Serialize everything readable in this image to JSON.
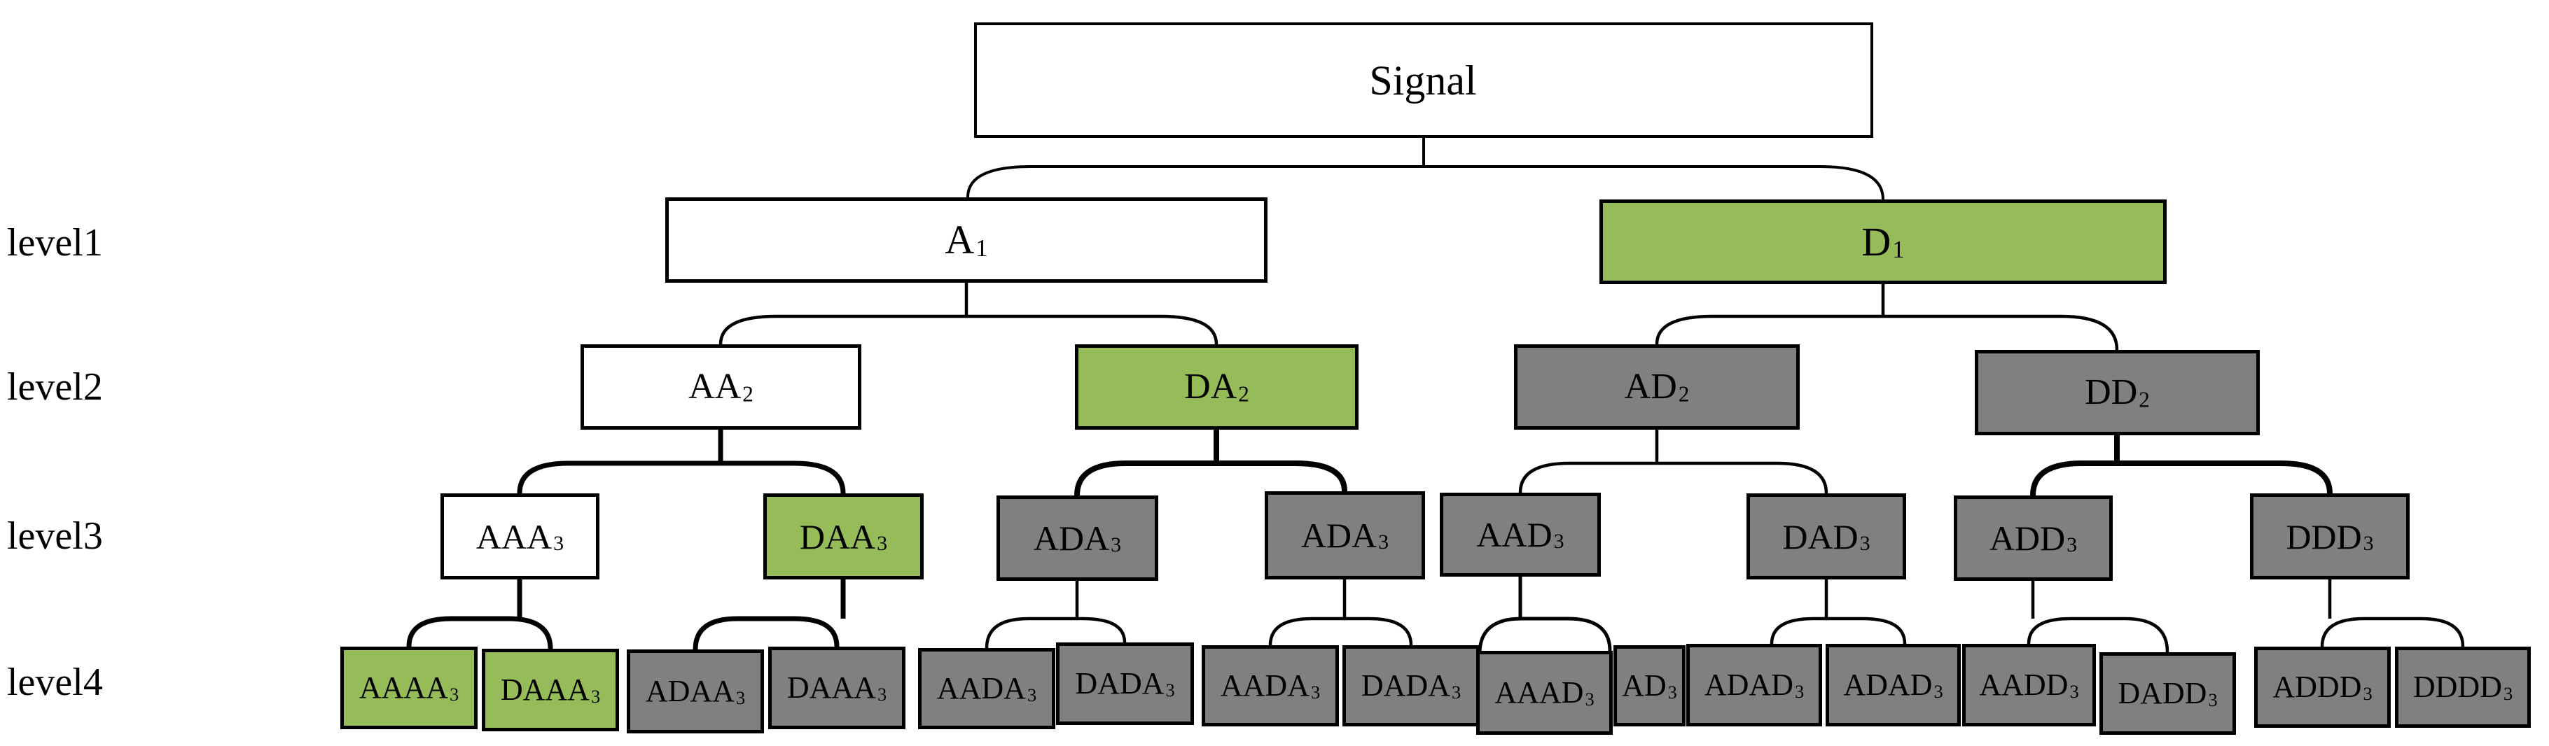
{
  "figure": {
    "title": "Signal",
    "row_labels": {
      "l1": "level1",
      "l2": "level2",
      "l3": "level3",
      "l4": "level4"
    },
    "colors": {
      "highlight_green": "#95BC58",
      "node_gray": "#808080",
      "node_white": "#FFFFFF",
      "line_black": "#000000"
    },
    "nodes": {
      "root": {
        "base": "Signal",
        "sub": "",
        "fill": "white"
      },
      "l1": [
        {
          "base": "A",
          "sub": "1",
          "fill": "white"
        },
        {
          "base": "D",
          "sub": "1",
          "fill": "green"
        }
      ],
      "l2": [
        {
          "base": "AA",
          "sub": "2",
          "fill": "white"
        },
        {
          "base": "DA",
          "sub": "2",
          "fill": "green"
        },
        {
          "base": "AD",
          "sub": "2",
          "fill": "gray"
        },
        {
          "base": "DD",
          "sub": "2",
          "fill": "gray"
        }
      ],
      "l3": [
        {
          "base": "AAA",
          "sub": "3",
          "fill": "white"
        },
        {
          "base": "DAA",
          "sub": "3",
          "fill": "green"
        },
        {
          "base": "ADA",
          "sub": "3",
          "fill": "gray"
        },
        {
          "base": "ADA",
          "sub": "3",
          "fill": "gray"
        },
        {
          "base": "AAD",
          "sub": "3",
          "fill": "gray"
        },
        {
          "base": "DAD",
          "sub": "3",
          "fill": "gray"
        },
        {
          "base": "ADD",
          "sub": "3",
          "fill": "gray"
        },
        {
          "base": "DDD",
          "sub": "3",
          "fill": "gray"
        }
      ],
      "l4": [
        {
          "base": "AAAA",
          "sub": "3",
          "fill": "green"
        },
        {
          "base": "DAAA",
          "sub": "3",
          "fill": "green"
        },
        {
          "base": "ADAA",
          "sub": "3",
          "fill": "gray"
        },
        {
          "base": "DAAA",
          "sub": "3",
          "fill": "gray"
        },
        {
          "base": "AADA",
          "sub": "3",
          "fill": "gray"
        },
        {
          "base": "DADA",
          "sub": "3",
          "fill": "gray"
        },
        {
          "base": "AADA",
          "sub": "3",
          "fill": "gray"
        },
        {
          "base": "DADA",
          "sub": "3",
          "fill": "gray"
        },
        {
          "base": "AAAD",
          "sub": "3",
          "fill": "gray"
        },
        {
          "base": "AD",
          "sub": "3",
          "fill": "gray"
        },
        {
          "base": "ADAD",
          "sub": "3",
          "fill": "gray"
        },
        {
          "base": "ADAD",
          "sub": "3",
          "fill": "gray"
        },
        {
          "base": "AADD",
          "sub": "3",
          "fill": "gray"
        },
        {
          "base": "DADD",
          "sub": "3",
          "fill": "gray"
        },
        {
          "base": "ADDD",
          "sub": "3",
          "fill": "gray"
        },
        {
          "base": "DDDD",
          "sub": "3",
          "fill": "gray"
        }
      ]
    }
  }
}
